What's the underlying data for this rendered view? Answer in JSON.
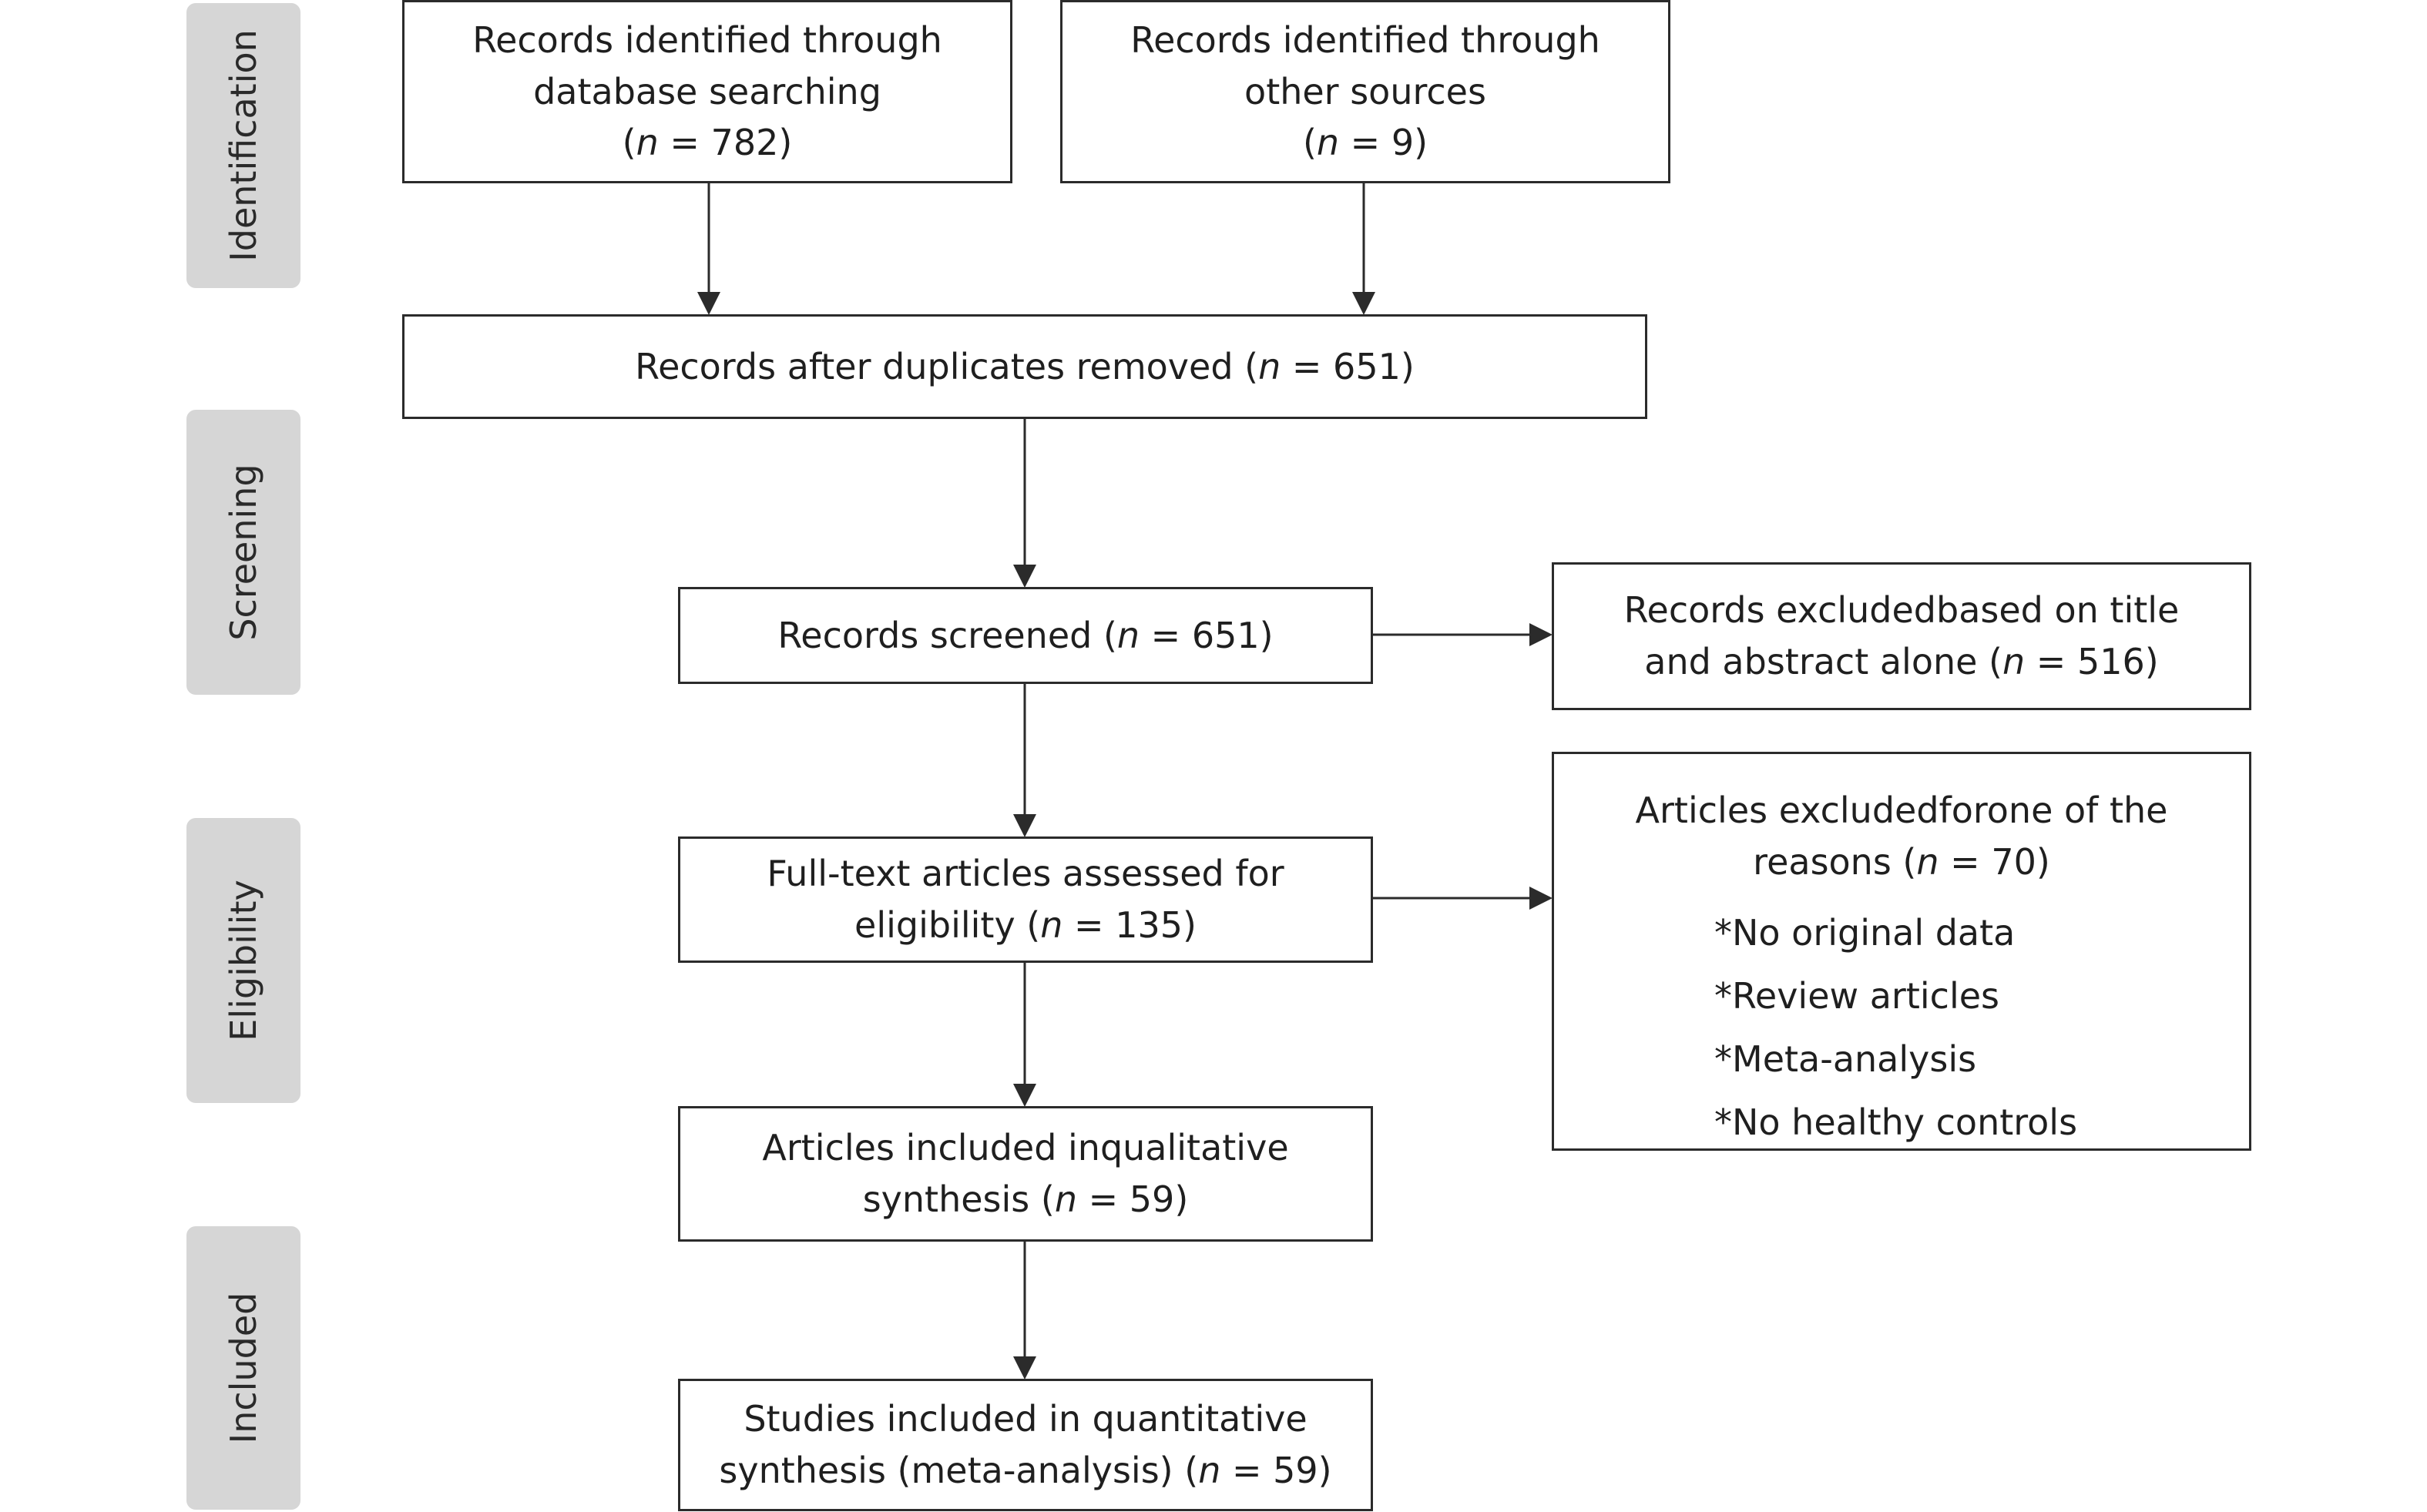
{
  "stages": [
    {
      "id": "identification",
      "label": "Identification"
    },
    {
      "id": "screening",
      "label": "Screening"
    },
    {
      "id": "eligibility",
      "label": "Eligibility"
    },
    {
      "id": "included",
      "label": "Included"
    }
  ],
  "boxes": {
    "db_search": {
      "line1": "Records identified through",
      "line2": "database searching",
      "n_open": "(",
      "n_letter": "n",
      "n_close": " = 782)"
    },
    "other_sources": {
      "line1": "Records identified through",
      "line2": "other sources",
      "n_open": "(",
      "n_letter": "n",
      "n_close": " = 9)"
    },
    "duplicates_removed": {
      "text": "Records after duplicates removed (",
      "n_letter": "n",
      "n_close": " = 651)"
    },
    "screened": {
      "text": "Records screened (",
      "n_letter": "n",
      "n_close": " = 651)"
    },
    "excluded_title": {
      "line1": "Records excludedbased on title",
      "line2_text": "and abstract alone (",
      "n_letter": "n",
      "n_close": " = 516)"
    },
    "fulltext": {
      "line1": "Full-text articles assessed for",
      "line2_text": "eligibility (",
      "n_letter": "n",
      "n_close": " = 135)"
    },
    "excluded_reasons": {
      "line1": "Articles excludedforone of the",
      "line2_text": "reasons (",
      "n_letter": "n",
      "n_close": " = 70)",
      "reasons": [
        "*No original data",
        "*Review articles",
        "*Meta-analysis",
        "*No healthy controls"
      ]
    },
    "qualitative": {
      "line1": "Articles included inqualitative",
      "line2_text": "synthesis (",
      "n_letter": "n",
      "n_close": " = 59)"
    },
    "quantitative": {
      "line1": "Studies included in quantitative",
      "line2_text": "synthesis (meta-analysis) (",
      "n_letter": "n",
      "n_close": " = 59)"
    }
  },
  "colors": {
    "stage_fill": "#d6d6d6",
    "box_border": "#2b2b2b",
    "text": "#1f1f1f",
    "background": "#ffffff"
  }
}
